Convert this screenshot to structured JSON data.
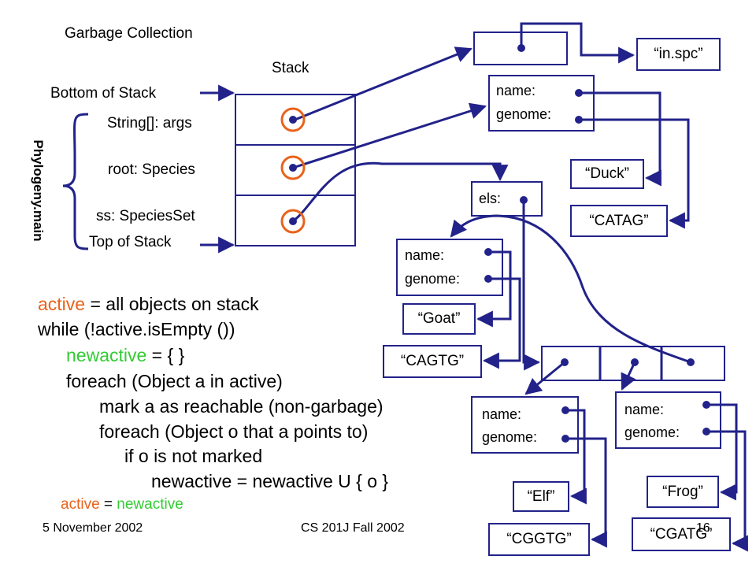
{
  "slide": {
    "title": "Garbage Collection",
    "stack_label": "Stack",
    "bottom_label": "Bottom of Stack",
    "top_label": "Top of Stack",
    "vertical_label": "Phylogeny.main",
    "stack_vars": [
      "String[]: args",
      "root: Species",
      "ss: SpeciesSet"
    ],
    "field_name": "name:",
    "field_genome": "genome:",
    "field_els": "els:",
    "strings": {
      "inspc": "“in.spc”",
      "duck": "“Duck”",
      "catag": "“CATAG”",
      "goat": "“Goat”",
      "cagtg": "“CAGTG”",
      "elf": "“Elf”",
      "cggtg": "“CGGTG”",
      "frog": "“Frog”",
      "cgatg": "“CGATG”"
    },
    "code": {
      "l1_kw": "active",
      "l1_rest": " = all objects on stack",
      "l2": "while (!active.isEmpty ())",
      "l3_kw": "newactive",
      "l3_rest": " = { }",
      "l4": "foreach (Object a in active)",
      "l5": "mark a as reachable (non-garbage)",
      "l6": "foreach (Object o that a points to)",
      "l7": "if o is not marked",
      "l8": "newactive = newactive U { o }",
      "l9_a": "active",
      "l9_b": " = ",
      "l9_c": "newactive"
    },
    "footer": {
      "date": "5 November 2002",
      "course": "CS 201J Fall 2002",
      "page": "16"
    }
  },
  "colors": {
    "line": "#22228a",
    "highlight": "#e8631c",
    "green": "#33cc33"
  }
}
